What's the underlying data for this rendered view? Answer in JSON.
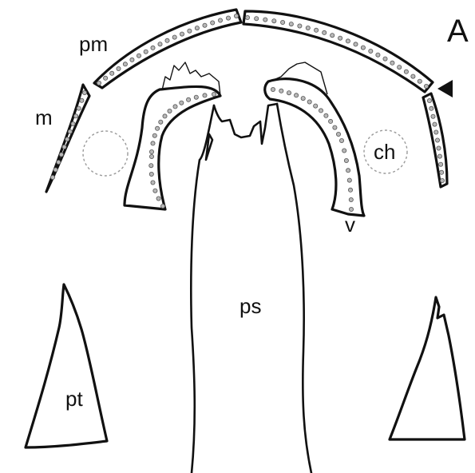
{
  "figure": {
    "panel_letter": "A",
    "labels": {
      "premaxilla": "pm",
      "maxilla": "m",
      "vomer": "v",
      "choana": "ch",
      "parasphenoid": "ps",
      "pterygoid": "pt"
    },
    "colors": {
      "line": "#111111",
      "tooth": "#b8b8b8",
      "choana_outline": "#9a9a9a",
      "background": "#ffffff"
    },
    "markers": {
      "arrowhead_icon": "left-pointing-triangle"
    }
  }
}
